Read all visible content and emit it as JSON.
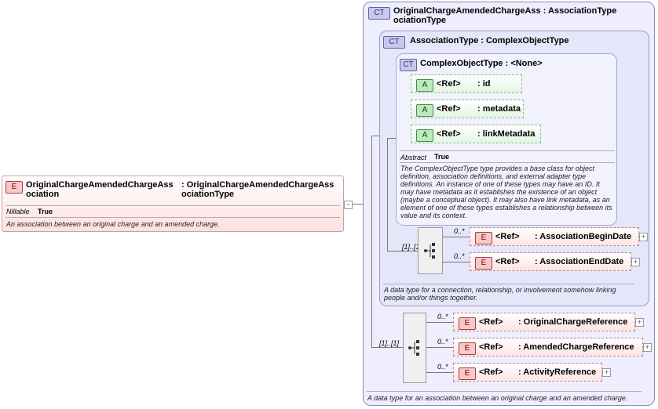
{
  "root": {
    "badge": "E",
    "name_line1": "OriginalChargeAmendedChargeAss",
    "name_line2": "ociation",
    "type_line1": ": OriginalChargeAmendedChargeAss",
    "type_line2": "ociationType",
    "nillable_label": "Nillable",
    "nillable_value": "True",
    "doc": "An association between an original charge and an amended charge."
  },
  "outer_type": {
    "badge": "CT",
    "name": "OriginalChargeAmendedChargeAss : AssociationType",
    "name_line2": "ociationType",
    "doc": "A data type for an association between an original charge and an amended charge.",
    "multiplicity": "[1]..[1]",
    "elements": [
      {
        "badge": "E",
        "ref": "<Ref>",
        "name": ": OriginalChargeReference",
        "mult": "0..*"
      },
      {
        "badge": "E",
        "ref": "<Ref>",
        "name": ": AmendedChargeReference",
        "mult": "0..*"
      },
      {
        "badge": "E",
        "ref": "<Ref>",
        "name": ": ActivityReference",
        "mult": "0..*"
      }
    ]
  },
  "association_type": {
    "badge": "CT",
    "name": "AssociationType : ComplexObjectType",
    "doc": "A data type for a connection, relationship, or involvement somehow linking people and/or things together.",
    "multiplicity": "[1]..[1]",
    "elements": [
      {
        "badge": "E",
        "ref": "<Ref>",
        "name": ": AssociationBeginDate",
        "mult": "0..*"
      },
      {
        "badge": "E",
        "ref": "<Ref>",
        "name": ": AssociationEndDate",
        "mult": "0..*"
      }
    ]
  },
  "complex_object_type": {
    "badge": "CT",
    "name": "ComplexObjectType : <None>",
    "attributes": [
      {
        "badge": "A",
        "ref": "<Ref>",
        "name": ": id"
      },
      {
        "badge": "A",
        "ref": "<Ref>",
        "name": ": metadata"
      },
      {
        "badge": "A",
        "ref": "<Ref>",
        "name": ": linkMetadata"
      }
    ],
    "abstract_label": "Abstract",
    "abstract_value": "True",
    "doc": "The ComplexObjectType type provides a base class for object definition, association definitions, and external adapter type definitions. An instance of one of these types may have an ID. It may have metadata as it establishes the existence of an object (maybe a conceptual object). It may also have link metadata, as an element of one of these types establishes a relationship between its value and its context."
  }
}
